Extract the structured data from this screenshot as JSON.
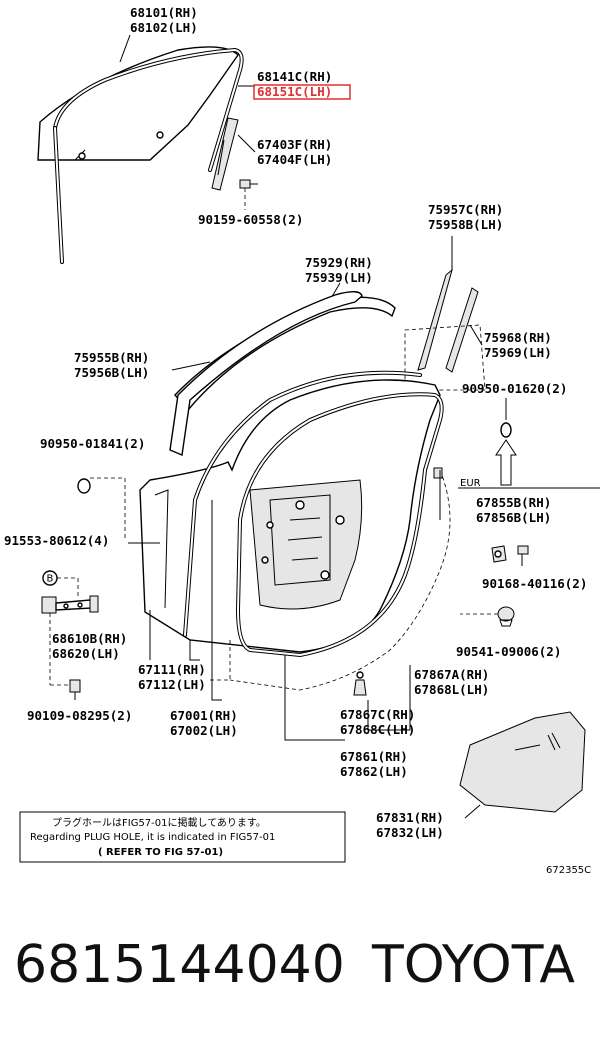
{
  "labels": {
    "l68101": "68101(RH)",
    "l68102": "68102(LH)",
    "l68141": "68141C(RH)",
    "l68151": "68151C(LH)",
    "l67403": "67403F(RH)",
    "l67404": "67404F(LH)",
    "l90159": "90159-60558(2)",
    "l75957": "75957C(RH)",
    "l75958": "75958B(LH)",
    "l75929": "75929(RH)",
    "l75939": "75939(LH)",
    "l75968": "75968(RH)",
    "l75969": "75969(LH)",
    "l75955": "75955B(RH)",
    "l75956": "75956B(LH)",
    "l90950a": "90950-01620(2)",
    "l90950b": "90950-01841(2)",
    "eur": "EUR",
    "l67855": "67855B(RH)",
    "l67856": "67856B(LH)",
    "l91553": "91553-80612(4)",
    "circleB": "B",
    "l90168": "90168-40116(2)",
    "l68610": "68610B(RH)",
    "l68620": "68620(LH)",
    "l90541": "90541-09006(2)",
    "l67111": "67111(RH)",
    "l67112": "67112(LH)",
    "l67867a": "67867A(RH)",
    "l67868l": "67868L(LH)",
    "l90109": "90109-08295(2)",
    "l67001": "67001(RH)",
    "l67002": "67002(LH)",
    "l67867c": "67867C(RH)",
    "l67868c": "67868C(LH)",
    "l67861": "67861(RH)",
    "l67862": "67862(LH)",
    "l67831": "67831(RH)",
    "l67832": "67832(LH)",
    "fig_code": "672355C"
  },
  "note": {
    "line1": "プラグホールはFIG57-01に掲載してあります。",
    "line2": "Regarding PLUG HOLE, it is indicated in FIG57-01",
    "line3": "( REFER TO FIG 57-01)"
  },
  "highlight_color": "#e03030",
  "footer": {
    "part_number": "6815144040",
    "brand": "TOYOTA"
  }
}
